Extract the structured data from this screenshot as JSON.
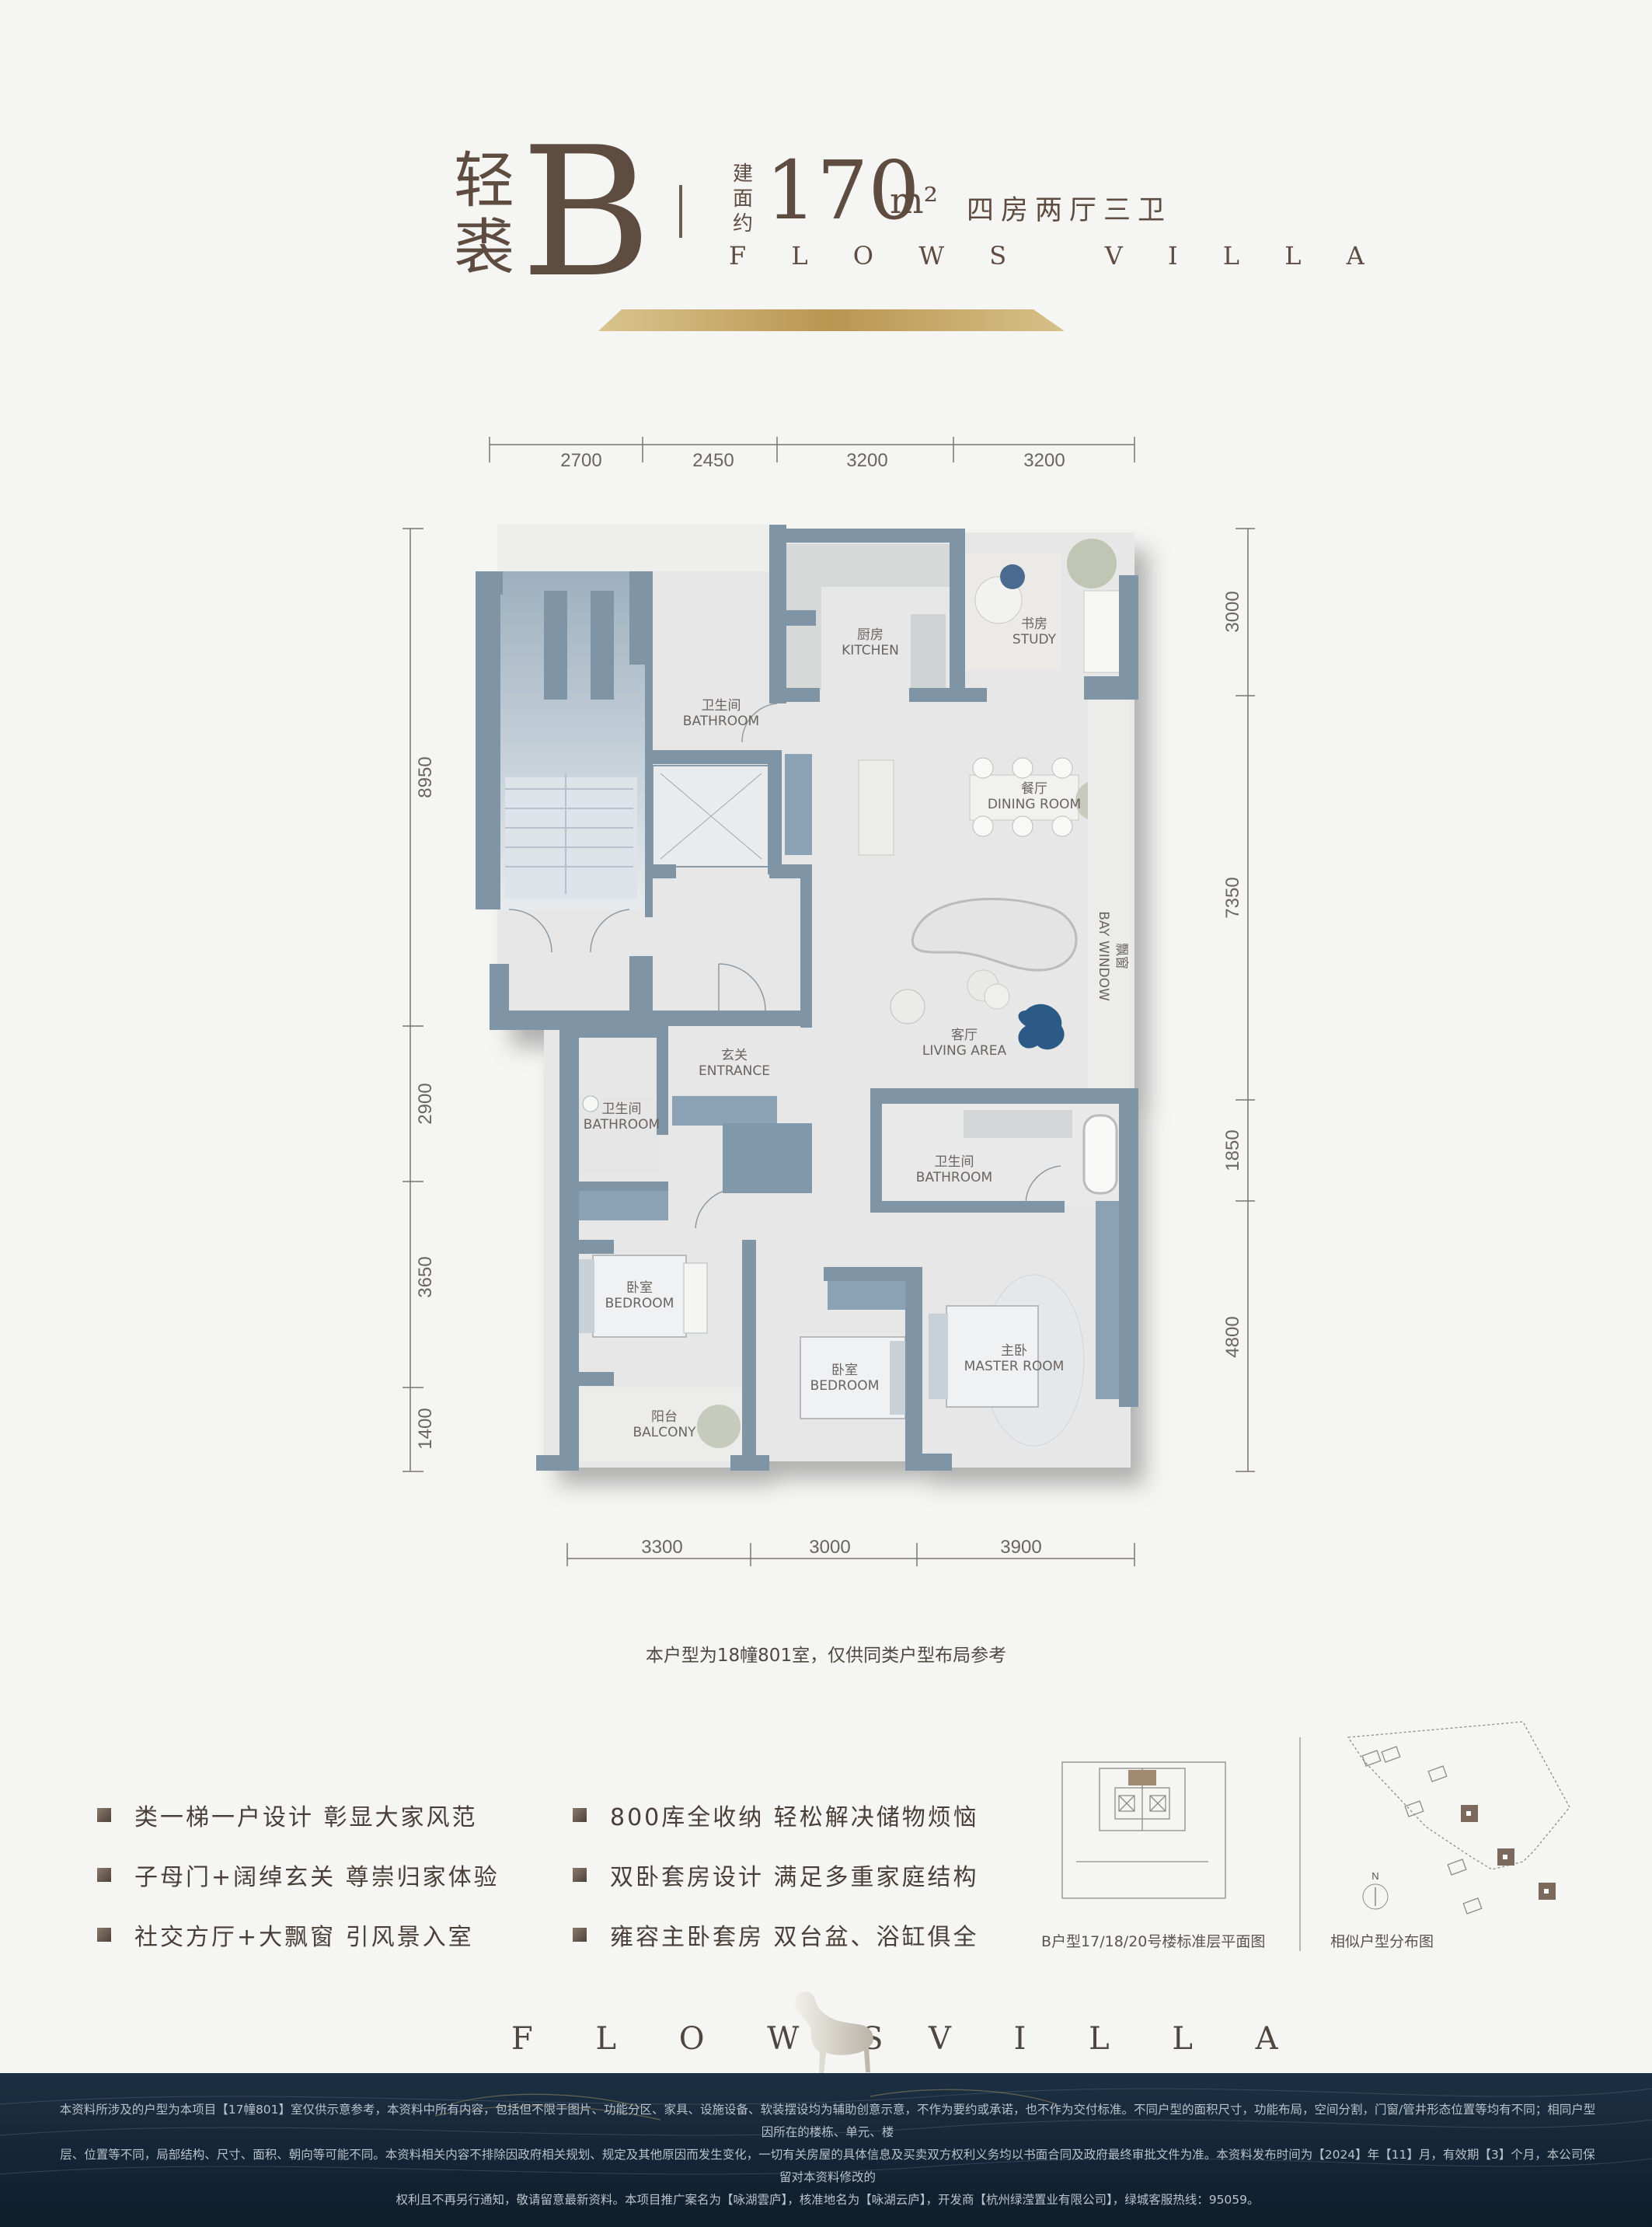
{
  "header": {
    "type_chars": "轻裘",
    "type_letter": "B",
    "area_label": "建面约",
    "area_value": "170",
    "area_unit": "m²",
    "rooms": "四房两厅三卫",
    "brand": "F L O W S   V I L L A"
  },
  "plan": {
    "dims_top": [
      "2700",
      "2450",
      "3200",
      "3200"
    ],
    "dims_bottom": [
      "3300",
      "3000",
      "3900"
    ],
    "dims_left": [
      "8950",
      "2900",
      "3650",
      "1400"
    ],
    "dims_right": [
      "3000",
      "7350",
      "1850",
      "4800"
    ],
    "rooms": {
      "kitchen_cn": "厨房",
      "kitchen_en": "KITCHEN",
      "study_cn": "书房",
      "study_en": "STUDY",
      "bath1_cn": "卫生间",
      "bath1_en": "BATHROOM",
      "dining_cn": "餐厅",
      "dining_en": "DINING ROOM",
      "bay_cn": "飘窗",
      "bay_en": "BAY WINDOW",
      "living_cn": "客厅",
      "living_en": "LIVING AREA",
      "entrance_cn": "玄关",
      "entrance_en": "ENTRANCE",
      "bath2_cn": "卫生间",
      "bath2_en": "BATHROOM",
      "bath3_cn": "卫生间",
      "bath3_en": "BATHROOM",
      "bed1_cn": "卧室",
      "bed1_en": "BEDROOM",
      "bed2_cn": "卧室",
      "bed2_en": "BEDROOM",
      "master_cn": "主卧",
      "master_en": "MASTER ROOM",
      "balcony_cn": "阳台",
      "balcony_en": "BALCONY"
    }
  },
  "note": "本户型为18幢801室，仅供同类户型布局参考",
  "features": [
    "类一梯一户设计 彰显大家风范",
    "子母门+阔绰玄关 尊崇归家体验",
    "社交方厅+大飘窗 引风景入室",
    "800库全收纳 轻松解决储物烦恼",
    "双卧套房设计 满足多重家庭结构",
    "雍容主卧套房 双台盆、浴缸俱全"
  ],
  "keyplan": {
    "caption1": "B户型17/18/20号楼标准层平面图",
    "caption2": "相似户型分布图",
    "north": "N"
  },
  "bottom_brand_left": "F L O W S",
  "bottom_brand_right": "V I L L A",
  "disclaimer": [
    "本资料所涉及的户型为本项目【17幢801】室仅供示意参考，本资料中所有内容，包括但不限于图片、功能分区、家具、设施设备、软装摆设均为辅助创意示意，不作为要约或承诺，也不作为交付标准。不同户型的面积尺寸，功能布局，空间分割，门窗/管井形态位置等均有不同；相同户型因所在的楼栋、单元、楼",
    "层、位置等不同，局部结构、尺寸、面积、朝向等可能不同。本资料相关内容不排除因政府相关规划、规定及其他原因而发生变化，一切有关房屋的具体信息及买卖双方权利义务均以书面合同及政府最终审批文件为准。本资料发布时间为【2024】年【11】月，有效期【3】个月，本公司保留对本资料修改的",
    "权利且不再另行通知，敬请留意最新资料。本项目推广案名为【咏湖雲庐】，核准地名为【咏湖云庐】，开发商【杭州绿滢置业有限公司】，绿城客服热线：95059。"
  ],
  "colors": {
    "wall": "#7f95a5",
    "floor": "#e6e7e6",
    "brand_brown": "#5e4c40",
    "gold": "#c8ad6e",
    "footer": "#172a3c"
  }
}
